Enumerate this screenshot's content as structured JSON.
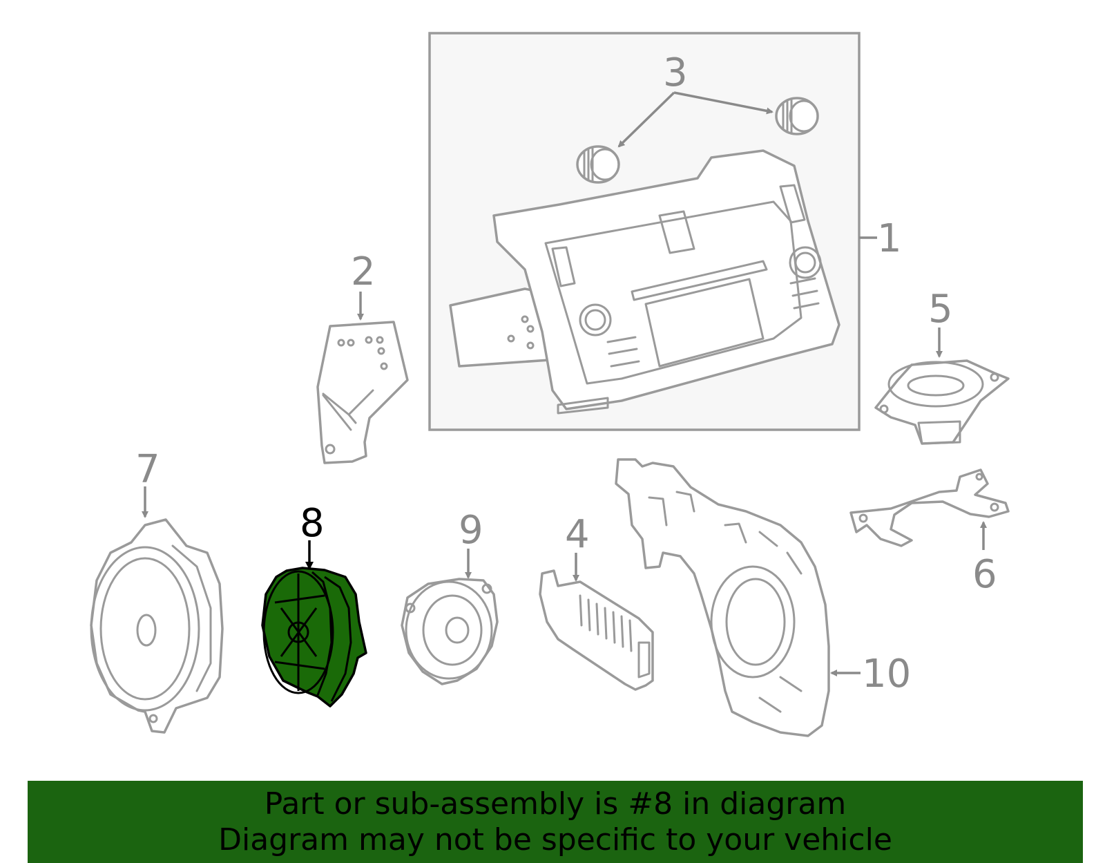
{
  "callouts": {
    "c1": "1",
    "c2": "2",
    "c3": "3",
    "c4": "4",
    "c5": "5",
    "c6": "6",
    "c7": "7",
    "c8": "8",
    "c9": "9",
    "c10": "10"
  },
  "highlighted_part": "8",
  "colors": {
    "highlight_fill": "#1a6a08",
    "banner_bg": "#1b6410",
    "line_gray": "#9a9a9a"
  },
  "banner": {
    "line1": "Part or sub-assembly is #8 in diagram",
    "line2": "Diagram may not be specific to your vehicle"
  }
}
